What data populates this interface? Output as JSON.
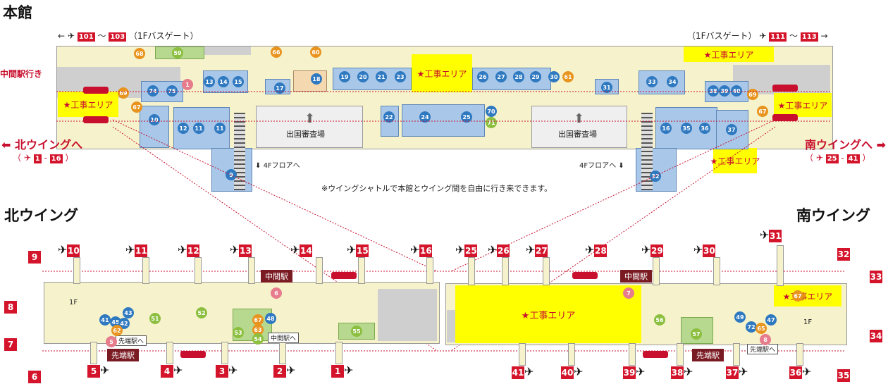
{
  "main_building": {
    "title": "本館",
    "north_bus_note": "←✈ 101 〜 103（1Fバスゲート）",
    "north_bus_gates": [
      "101",
      "103"
    ],
    "north_bus_text": "（1Fバスゲート）",
    "south_bus_text": "（1Fバスゲート）",
    "south_bus_gates": [
      "111",
      "113"
    ],
    "to_center_station": "中間駅行き",
    "north_wing_link": "北ウイングへ",
    "north_wing_gates": [
      "1",
      "16"
    ],
    "south_wing_link": "南ウイングへ",
    "south_wing_gates": [
      "25",
      "41"
    ],
    "construction_area": "★工事エリア",
    "immigration": "出国審査場",
    "to_4f": "4Fフロアへ",
    "note": "※ウイングシャトルで本館とウイング間を自由に行き来できます。",
    "shops_blue": [
      "74",
      "75",
      "10",
      "12",
      "11",
      "11",
      "13",
      "14",
      "15",
      "17",
      "18",
      "19",
      "20",
      "21",
      "23",
      "26",
      "27",
      "28",
      "29",
      "30",
      "31",
      "33",
      "34",
      "38",
      "39",
      "40",
      "16",
      "35",
      "36",
      "37",
      "22",
      "24",
      "25",
      "70",
      "9",
      "32"
    ],
    "shops_orange": [
      "68",
      "69",
      "67",
      "66",
      "60",
      "61",
      "69",
      "67"
    ],
    "shops_green": [
      "59",
      "71"
    ],
    "shops_pink": [
      "1"
    ]
  },
  "north_wing": {
    "title": "北ウイング",
    "top_gates": [
      "10",
      "11",
      "12",
      "13",
      "14",
      "15",
      "16"
    ],
    "left_gates": [
      "9",
      "8",
      "7",
      "6"
    ],
    "bottom_gates": [
      "5",
      "4",
      "3",
      "2",
      "1"
    ],
    "center_station": "中間駅",
    "tip_station": "先端駅",
    "to_center_station": "中間駅へ",
    "to_tip_station": "先端駅へ",
    "floor_1f": "1F",
    "shops_blue": [
      "41",
      "45",
      "42",
      "43",
      "48"
    ],
    "shops_orange": [
      "62",
      "67",
      "63"
    ],
    "shops_green": [
      "51",
      "52",
      "53",
      "54",
      "55"
    ],
    "shops_pink": [
      "5",
      "6"
    ]
  },
  "south_wing": {
    "title": "南ウイング",
    "top_gates": [
      "25",
      "26",
      "27",
      "28",
      "29",
      "30",
      "31"
    ],
    "right_gates": [
      "32",
      "33",
      "34",
      "35"
    ],
    "bottom_gates": [
      "41",
      "40",
      "39",
      "38",
      "37",
      "36"
    ],
    "center_station": "中間駅",
    "tip_station": "先端駅",
    "to_tip_station": "先端駅へ",
    "floor_1f": "1F",
    "construction_area": "★工事エリア",
    "shops_blue": [
      "49",
      "72",
      "47"
    ],
    "shops_orange": [
      "67",
      "65"
    ],
    "shops_green": [
      "56",
      "57"
    ],
    "shops_pink": [
      "7",
      "8"
    ]
  },
  "colors": {
    "construction": "#ffff00",
    "gate_red": "#d4142b",
    "shop_blue": "#a9c7e8",
    "floor_cream": "#f6f3cc",
    "accent_red": "#c8102e"
  }
}
